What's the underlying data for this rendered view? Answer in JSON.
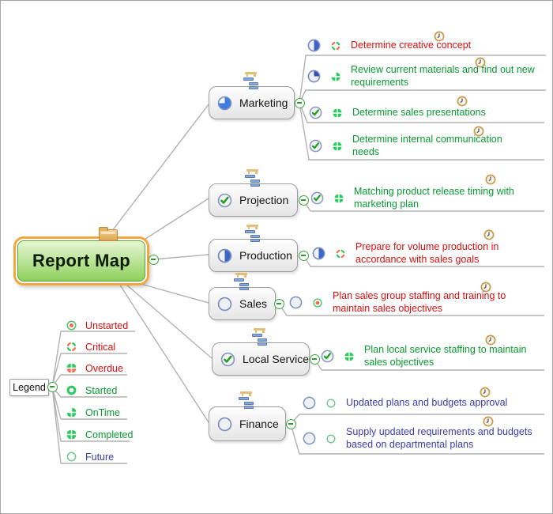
{
  "root": {
    "label": "Report Map"
  },
  "topics": [
    {
      "label": "Marketing",
      "progress_icon": "progress-75",
      "children": [
        {
          "text": "Determine creative concept",
          "progress_icon": "progress-50",
          "status_icon": "critical",
          "text_color": "red",
          "has_clock": true
        },
        {
          "text": "Review current materials and find out new requirements",
          "progress_icon": "progress-25",
          "status_icon": "ontime",
          "text_color": "green",
          "has_clock": true
        },
        {
          "text": "Determine sales presentations",
          "progress_icon": "check",
          "status_icon": "completed",
          "text_color": "green",
          "has_clock": true
        },
        {
          "text": "Determine internal communication needs",
          "progress_icon": "check",
          "status_icon": "completed",
          "text_color": "green",
          "has_clock": true
        }
      ]
    },
    {
      "label": "Projection",
      "progress_icon": "check",
      "children": [
        {
          "text": "Matching product release timing with marketing plan",
          "progress_icon": "check",
          "status_icon": "completed",
          "text_color": "green",
          "has_clock": true
        }
      ]
    },
    {
      "label": "Production",
      "progress_icon": "progress-50",
      "children": [
        {
          "text": "Prepare for volume production in accordance with sales goals",
          "progress_icon": "progress-50",
          "status_icon": "critical",
          "text_color": "red",
          "has_clock": true
        }
      ]
    },
    {
      "label": "Sales",
      "progress_icon": "progress-0",
      "children": [
        {
          "text": "Plan sales group staffing and training to maintain sales objectives",
          "progress_icon": "progress-0",
          "status_icon": "unstarted",
          "text_color": "red",
          "has_clock": true
        }
      ]
    },
    {
      "label": "Local Service",
      "progress_icon": "check",
      "children": [
        {
          "text": "Plan local service staffing to maintain sales objectives",
          "progress_icon": "check",
          "status_icon": "completed",
          "text_color": "green",
          "has_clock": true
        }
      ]
    },
    {
      "label": "Finance",
      "progress_icon": "progress-0",
      "children": [
        {
          "text": "Updated plans and budgets approval",
          "progress_icon": "progress-0",
          "status_icon": "future",
          "text_color": "navy",
          "has_clock": true
        },
        {
          "text": "Supply updated requirements and budgets based on departmental plans",
          "progress_icon": "progress-0",
          "status_icon": "future",
          "text_color": "navy",
          "has_clock": true
        }
      ]
    }
  ],
  "legend": {
    "label": "Legend",
    "items": [
      {
        "label": "Unstarted",
        "icon": "unstarted",
        "text_color": "red"
      },
      {
        "label": "Critical",
        "icon": "critical",
        "text_color": "red"
      },
      {
        "label": "Overdue",
        "icon": "overdue",
        "text_color": "red"
      },
      {
        "label": "Started",
        "icon": "started",
        "text_color": "green"
      },
      {
        "label": "OnTime",
        "icon": "ontime",
        "text_color": "green"
      },
      {
        "label": "Completed",
        "icon": "completed",
        "text_color": "green"
      },
      {
        "label": "Future",
        "icon": "future",
        "text_color": "navy"
      }
    ]
  },
  "colors": {
    "red_text": "#d90f0f",
    "green_text": "#089a32",
    "navy_text": "#3c3cae",
    "status_green": "#2dc85f",
    "status_orange": "#f0714c",
    "connector_gray": "#b2b2b2",
    "root_border_orange": "#f3a73d",
    "root_fill_green": "#8ed05c",
    "progress_blue": "#3a64c8"
  }
}
